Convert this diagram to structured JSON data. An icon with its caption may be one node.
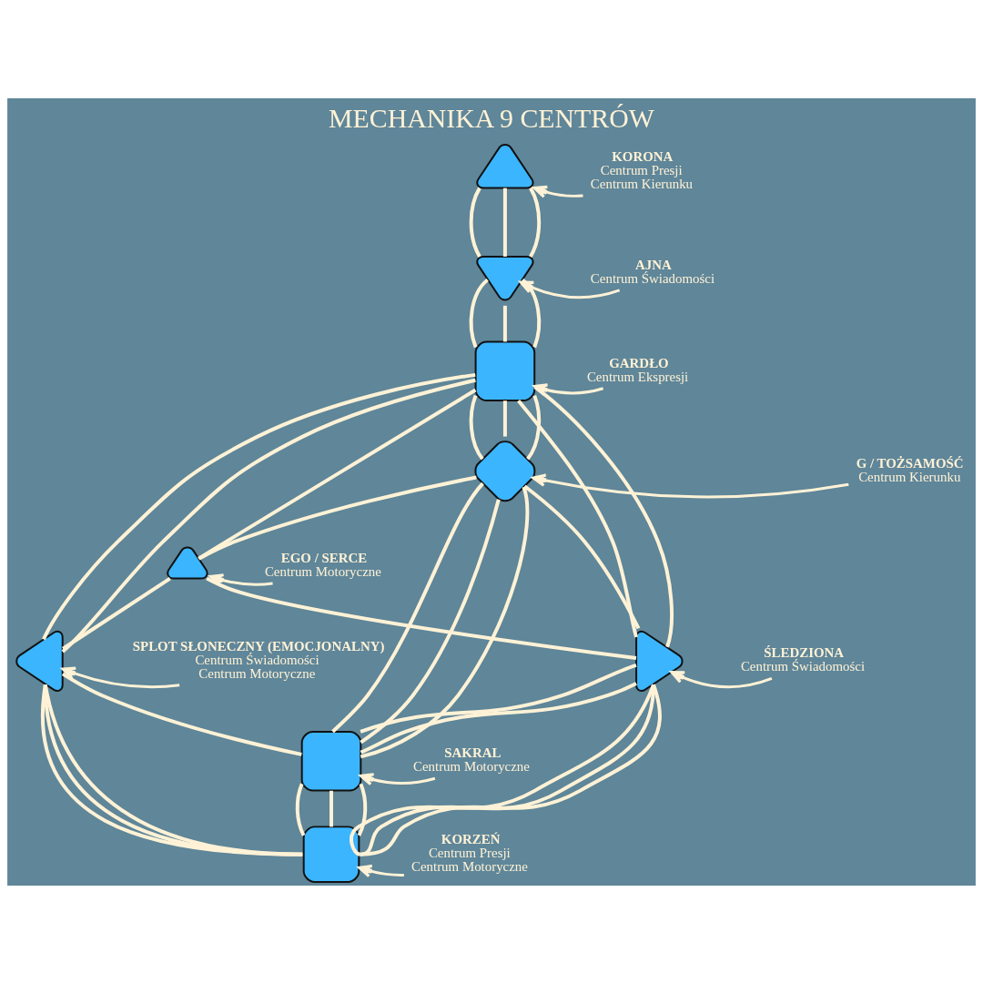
{
  "diagram": {
    "title": "MECHANIKA 9 CENTRÓW",
    "nodes": [
      {
        "text": [],
        "shape": "triangle"
      },
      {
        "text": [],
        "shape": "triangle"
      },
      {
        "text": [],
        "shape": "box"
      },
      {
        "text": [],
        "shape": "diamond"
      },
      {
        "text": [],
        "shape": "triangle"
      },
      {
        "text": [],
        "shape": "triangle"
      },
      {
        "text": [],
        "shape": "triangle"
      },
      {
        "text": [],
        "shape": "box"
      },
      {
        "text": [],
        "shape": "box"
      },
      {
        "text": [
          "KORONA",
          "Centrum Presji",
          "Centrum Kierunku"
        ]
      },
      {
        "text": [
          "AJNA",
          "Centrum Świadomości"
        ]
      },
      {
        "text": [
          "GARDŁO",
          "Centrum Ekspresji"
        ]
      },
      {
        "text": [
          "G / TOŻSAMOŚĆ",
          "Centrum Kierunku"
        ]
      },
      {
        "text": [
          "EGO / SERCE",
          "Centrum Motoryczne"
        ]
      },
      {
        "text": [
          "ŚLEDZIONA",
          "Centrum Świadomości"
        ]
      },
      {
        "text": [
          "SPLOT SŁONECZNY (EMOCJONALNY)",
          "Centrum Świadomości",
          "Centrum Motoryczne"
        ]
      },
      {
        "text": [
          "SAKRAL",
          "Centrum Motoryczne"
        ]
      },
      {
        "text": [
          "KORZEŃ",
          "Centrum Presji",
          "Centrum Motoryczne"
        ]
      }
    ],
    "edges": [
      {
        "from": 0,
        "to": 1,
        "arrow": "none"
      },
      {
        "from": 0,
        "to": 1,
        "arrow": "none"
      },
      {
        "from": 0,
        "to": 1,
        "arrow": "none"
      },
      {
        "from": 1,
        "to": 2,
        "arrow": "none"
      },
      {
        "from": 1,
        "to": 2,
        "arrow": "none"
      },
      {
        "from": 1,
        "to": 2,
        "arrow": "none"
      },
      {
        "from": 2,
        "to": 3,
        "arrow": "none"
      },
      {
        "from": 2,
        "to": 3,
        "arrow": "none"
      },
      {
        "from": 2,
        "to": 3,
        "arrow": "none"
      },
      {
        "from": 2,
        "to": 5,
        "arrow": "none"
      },
      {
        "from": 2,
        "to": 5,
        "arrow": "none"
      },
      {
        "from": 2,
        "to": 4,
        "arrow": "none"
      },
      {
        "from": 2,
        "to": 6,
        "arrow": "none"
      },
      {
        "from": 2,
        "to": 6,
        "arrow": "none"
      },
      {
        "from": 3,
        "to": 5,
        "arrow": "none"
      },
      {
        "from": 3,
        "to": 4,
        "arrow": "none"
      },
      {
        "from": 3,
        "to": 7,
        "arrow": "none"
      },
      {
        "from": 3,
        "to": 7,
        "arrow": "none"
      },
      {
        "from": 3,
        "to": 7,
        "arrow": "none"
      },
      {
        "from": 4,
        "to": 5,
        "arrow": "none"
      },
      {
        "from": 4,
        "to": 6,
        "arrow": "none"
      },
      {
        "from": 5,
        "to": 7,
        "arrow": "none"
      },
      {
        "from": 5,
        "to": 7,
        "arrow": "none"
      },
      {
        "from": 6,
        "to": 7,
        "arrow": "none"
      },
      {
        "from": 7,
        "to": 8,
        "arrow": "none"
      },
      {
        "from": 7,
        "to": 8,
        "arrow": "none"
      },
      {
        "from": 7,
        "to": 8,
        "arrow": "none"
      },
      {
        "from": 5,
        "to": 8,
        "arrow": "none"
      },
      {
        "from": 5,
        "to": 8,
        "arrow": "none"
      },
      {
        "from": 5,
        "to": 8,
        "arrow": "none"
      },
      {
        "from": 6,
        "to": 8,
        "arrow": "none"
      },
      {
        "from": 6,
        "to": 8,
        "arrow": "none"
      },
      {
        "from": 6,
        "to": 8,
        "arrow": "none"
      },
      {
        "from": 9,
        "to": 0,
        "arrow": "to",
        "color": "#fff2d6"
      },
      {
        "from": 10,
        "to": 1,
        "arrow": "to",
        "color": "#fff2d6"
      },
      {
        "from": 11,
        "to": 2,
        "arrow": "to",
        "color": "#fff2d6"
      },
      {
        "from": 12,
        "to": 3,
        "arrow": "to",
        "color": "#fff2d6"
      },
      {
        "from": 13,
        "to": 4,
        "arrow": "to",
        "color": "#fff2d6"
      },
      {
        "from": 14,
        "to": 5,
        "arrow": "to",
        "color": "#fff2d6"
      },
      {
        "from": 15,
        "to": 6,
        "arrow": "to",
        "color": "#fff2d6"
      },
      {
        "from": 16,
        "to": 7,
        "arrow": "to",
        "color": "#fff2d6"
      },
      {
        "from": 17,
        "to": 8,
        "arrow": "to",
        "color": "#fff2d6"
      }
    ]
  }
}
